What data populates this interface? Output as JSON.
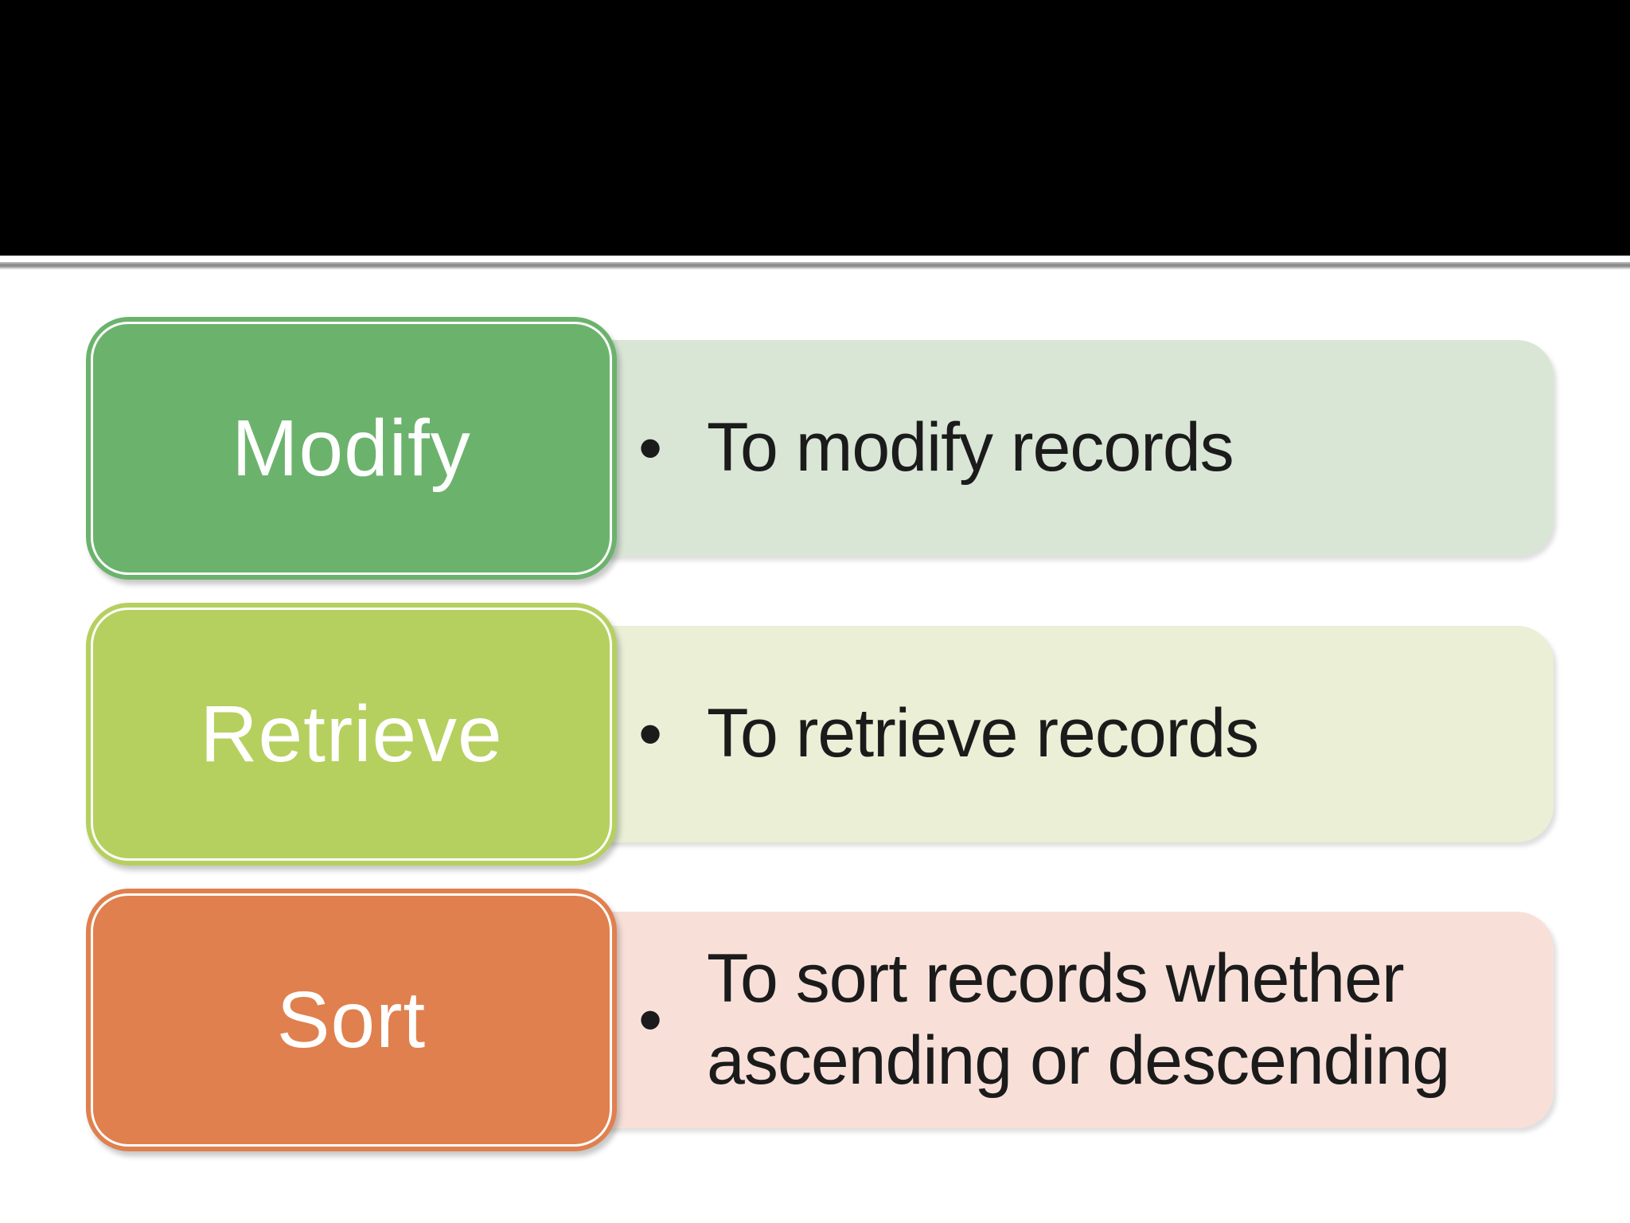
{
  "slide": {
    "background_color": "#ffffff",
    "header": {
      "bar_color": "#000000"
    },
    "divider_color": "#828282",
    "bullet_char": "•",
    "text_color": "#1b1b1b",
    "label_text_color": "#ffffff",
    "rows": [
      {
        "label": "Modify",
        "box_color": "#6bb36c",
        "bar_color": "#d9e6d6",
        "bullet_lines": [
          "To modify records"
        ]
      },
      {
        "label": "Retrieve",
        "box_color": "#b5d05e",
        "bar_color": "#eaefd6",
        "bullet_lines": [
          "To retrieve records"
        ]
      },
      {
        "label": "Sort",
        "box_color": "#e0804e",
        "bar_color": "#f8e0d9",
        "bullet_lines": [
          "To sort records whether",
          "ascending or descending"
        ]
      }
    ]
  }
}
